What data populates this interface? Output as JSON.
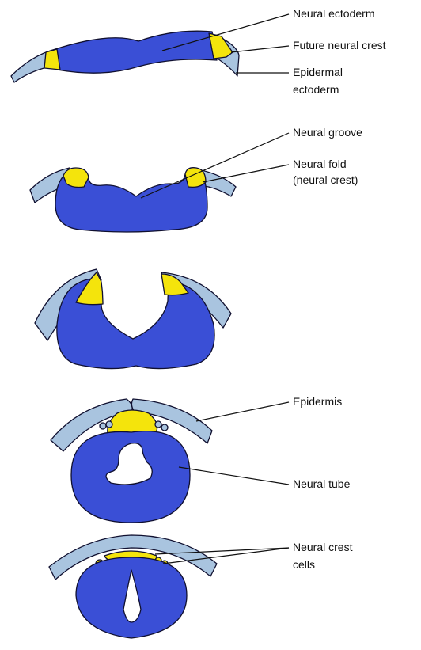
{
  "colors": {
    "neural": "#3a4fd6",
    "epidermal": "#a9c4df",
    "crest": "#f4e40c",
    "outline": "#101030"
  },
  "labels": {
    "neural_ectoderm": "Neural ectoderm",
    "future_neural_crest": "Future neural crest",
    "epidermal_1": "Epidermal",
    "epidermal_2": "ectoderm",
    "neural_groove": "Neural groove",
    "neural_fold_1": "Neural fold",
    "neural_fold_2": "(neural crest)",
    "epidermis": "Epidermis",
    "neural_tube": "Neural tube",
    "neural_crest_cells_1": "Neural crest",
    "neural_crest_cells_2": "cells"
  }
}
